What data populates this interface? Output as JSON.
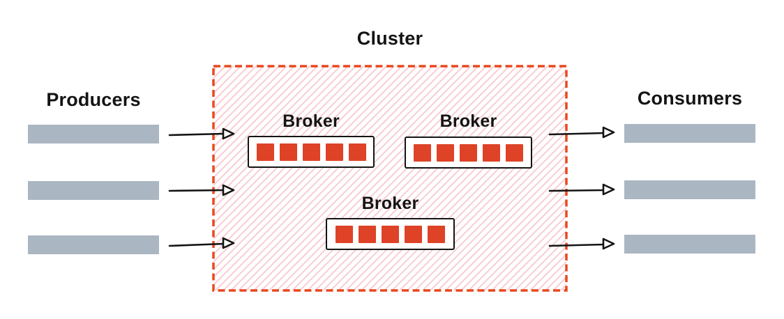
{
  "diagram": {
    "title": "Cluster",
    "producers": {
      "label": "Producers",
      "stream_count": 3
    },
    "consumers": {
      "label": "Consumers",
      "stream_count": 3
    },
    "brokers": [
      {
        "label": "Broker",
        "partitions": 5
      },
      {
        "label": "Broker",
        "partitions": 5
      },
      {
        "label": "Broker",
        "partitions": 5
      }
    ]
  },
  "colors": {
    "accent-red": "#e8481d",
    "hatch-pink": "#f9cdd5",
    "partition-red": "#de4327",
    "bar-gray": "#aab6c2",
    "ink": "#141414"
  }
}
